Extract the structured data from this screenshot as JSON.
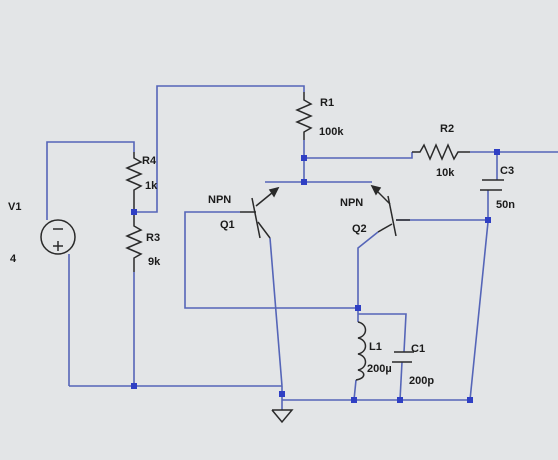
{
  "colors": {
    "background": "#e3e5e7",
    "wire": "#5565b8",
    "component": "#2a2a2a",
    "junction": "#2f3fc4"
  },
  "components": {
    "v1": {
      "name": "V1",
      "value": "4"
    },
    "r1": {
      "name": "R1",
      "value": "100k"
    },
    "r2": {
      "name": "R2",
      "value": "10k"
    },
    "r3": {
      "name": "R3",
      "value": "9k"
    },
    "r4": {
      "name": "R4",
      "value": "1k"
    },
    "c1": {
      "name": "C1",
      "value": "200p"
    },
    "c3": {
      "name": "C3",
      "value": "50n"
    },
    "l1": {
      "name": "L1",
      "value": "200µ"
    },
    "q1": {
      "name": "Q1",
      "type": "NPN"
    },
    "q2": {
      "name": "Q2",
      "type": "NPN"
    }
  }
}
